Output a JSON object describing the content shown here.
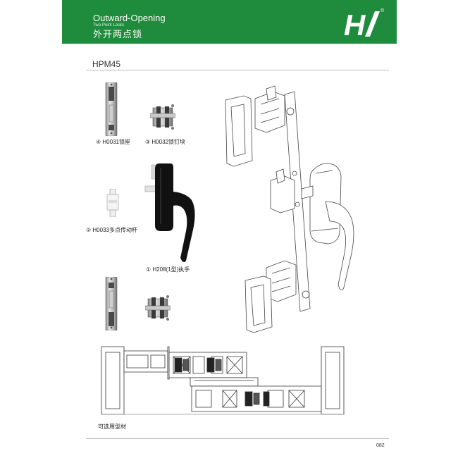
{
  "header": {
    "title": "Outward-Opening",
    "subtitle": "Two-Point Locks",
    "title_cn": "外开两点锁",
    "logo_mark": "H",
    "registered_mark": "®",
    "color": "#1f8b3c"
  },
  "model": "HPM45",
  "parts": [
    {
      "num": "④",
      "label": "H0031锁座"
    },
    {
      "num": "③",
      "label": "H0032锁钉块"
    },
    {
      "num": "②",
      "label": "H0033多点传动杆"
    },
    {
      "num": "①",
      "label": "H208(1型)执手"
    }
  ],
  "profile_note": "可选用型材",
  "page_number": "082"
}
